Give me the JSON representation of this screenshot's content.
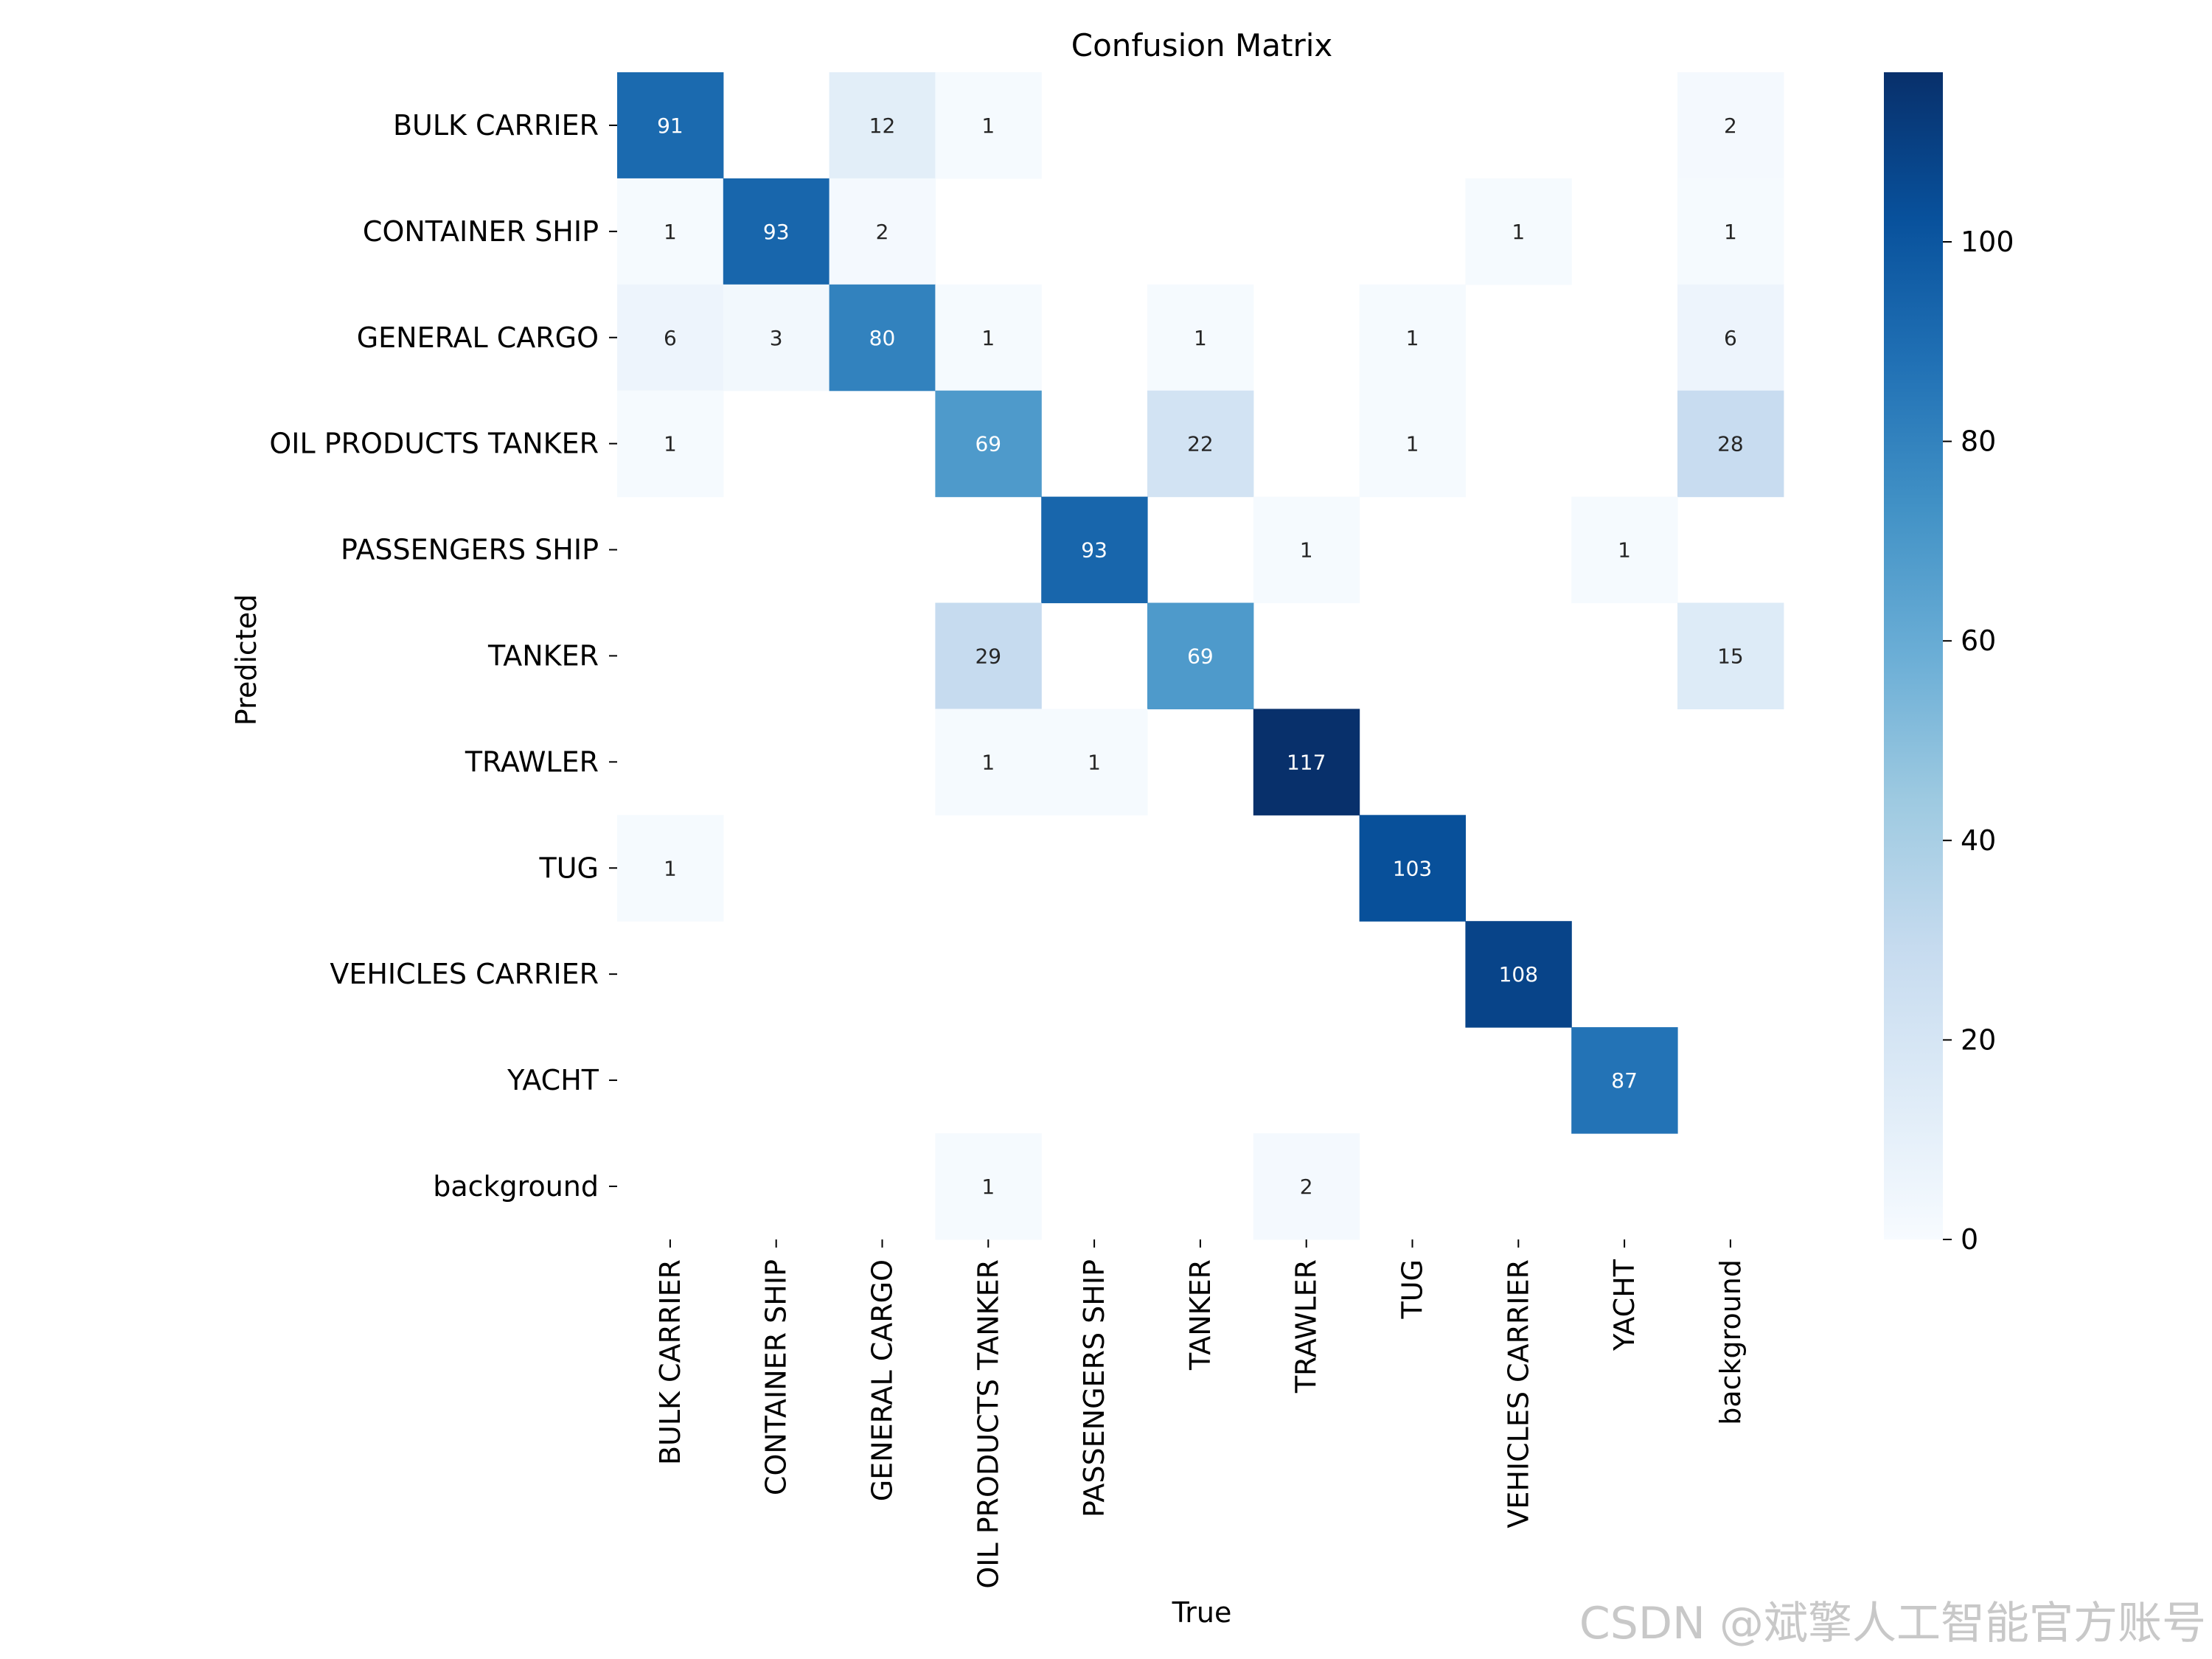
{
  "chart_data": {
    "type": "heatmap",
    "title": "Confusion Matrix",
    "xlabel": "True",
    "ylabel": "Predicted",
    "row_labels": [
      "BULK CARRIER",
      "CONTAINER SHIP",
      "GENERAL CARGO",
      "OIL PRODUCTS TANKER",
      "PASSENGERS SHIP",
      "TANKER",
      "TRAWLER",
      "TUG",
      "VEHICLES CARRIER",
      "YACHT",
      "background"
    ],
    "col_labels": [
      "BULK CARRIER",
      "CONTAINER SHIP",
      "GENERAL CARGO",
      "OIL PRODUCTS TANKER",
      "PASSENGERS SHIP",
      "TANKER",
      "TRAWLER",
      "TUG",
      "VEHICLES CARRIER",
      "YACHT",
      "background"
    ],
    "values": [
      [
        91,
        0,
        12,
        1,
        0,
        0,
        0,
        0,
        0,
        0,
        2
      ],
      [
        1,
        93,
        2,
        0,
        0,
        0,
        0,
        0,
        1,
        0,
        1
      ],
      [
        6,
        3,
        80,
        1,
        0,
        1,
        0,
        1,
        0,
        0,
        6
      ],
      [
        1,
        0,
        0,
        69,
        0,
        22,
        0,
        1,
        0,
        0,
        28
      ],
      [
        0,
        0,
        0,
        0,
        93,
        0,
        1,
        0,
        0,
        1,
        0
      ],
      [
        0,
        0,
        0,
        29,
        0,
        69,
        0,
        0,
        0,
        0,
        15
      ],
      [
        0,
        0,
        0,
        1,
        1,
        0,
        117,
        0,
        0,
        0,
        0
      ],
      [
        1,
        0,
        0,
        0,
        0,
        0,
        0,
        103,
        0,
        0,
        0
      ],
      [
        0,
        0,
        0,
        0,
        0,
        0,
        0,
        0,
        108,
        0,
        0
      ],
      [
        0,
        0,
        0,
        0,
        0,
        0,
        0,
        0,
        0,
        87,
        0
      ],
      [
        0,
        0,
        0,
        1,
        0,
        0,
        2,
        0,
        0,
        0,
        0
      ]
    ],
    "zero_cells_blank": true,
    "colormap": "Blues",
    "colorbar": {
      "range": [
        0,
        117
      ],
      "ticks": [
        0,
        20,
        40,
        60,
        80,
        100
      ]
    }
  },
  "watermark": "CSDN @斌擎人工智能官方账号"
}
